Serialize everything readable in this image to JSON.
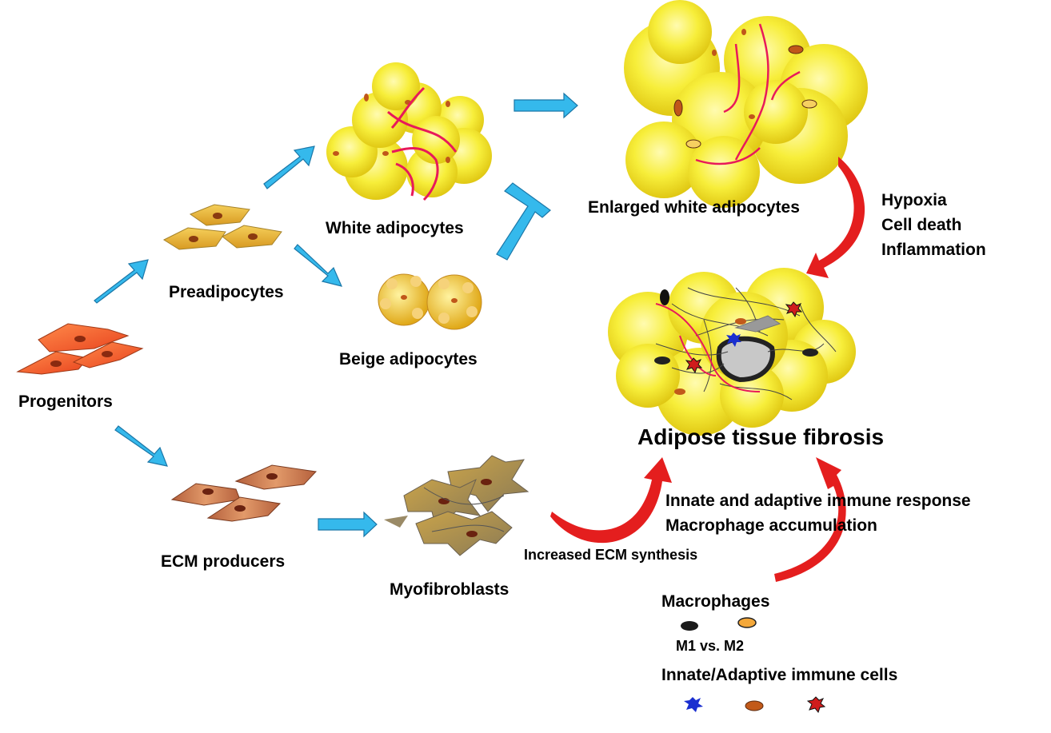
{
  "labels": {
    "progenitors": "Progenitors",
    "preadipocytes": "Preadipocytes",
    "white_adipocytes": "White adipocytes",
    "beige_adipocytes": "Beige adipocytes",
    "enlarged_white_adipocytes": "Enlarged white adipocytes",
    "ecm_producers": "ECM producers",
    "myofibroblasts": "Myofibroblasts",
    "adipose_tissue_fibrosis": "Adipose tissue fibrosis",
    "hypoxia": "Hypoxia",
    "cell_death": "Cell death",
    "inflammation": "Inflammation",
    "increased_ecm_synthesis": "Increased ECM synthesis",
    "immune_response_line1": "Innate and adaptive immune response",
    "immune_response_line2": "Macrophage accumulation",
    "legend_macrophages": "Macrophages",
    "legend_m1_m2": "M1 vs. M2",
    "legend_immune_cells": "Innate/Adaptive immune cells"
  },
  "colors": {
    "arrow_blue": "#35b9ec",
    "arrow_red": "#e41e1e",
    "adipocyte_yellow": "#f2e21a",
    "progenitor_orange": "#f2602a",
    "preadipocyte_gold": "#e3b339",
    "ecm_brown": "#c46a45",
    "vessel_red": "#e8195a",
    "m1_black": "#1a1a1a",
    "m2_orange": "#f4a83a",
    "immune_blue": "#1a2fd0",
    "immune_brown": "#c25a1a",
    "immune_red": "#d01c1c"
  }
}
